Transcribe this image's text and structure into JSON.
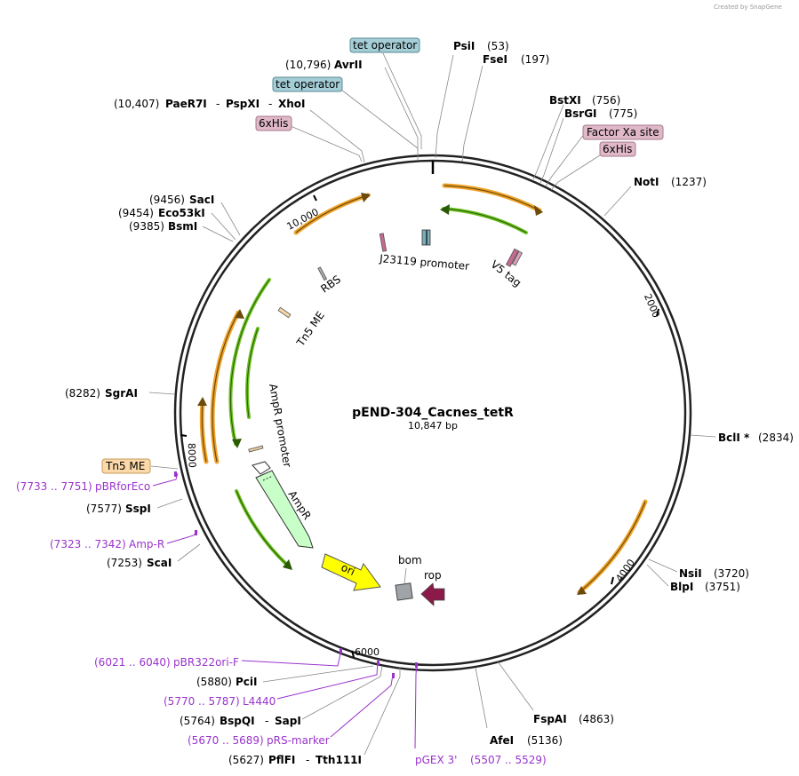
{
  "credit": "Created by SnapGene",
  "plasmid": {
    "name": "pEND-304_Cacnes_tetR",
    "size": "10,847 bp"
  },
  "ticks": [
    "2000",
    "4000",
    "6000",
    "8000",
    "10,000"
  ],
  "boxes": {
    "tet1": "tet operator",
    "tet2": "tet operator",
    "his1": "6xHis",
    "his2": "6xHis",
    "fxa": "Factor Xa site",
    "tn5": "Tn5 ME"
  },
  "sites": {
    "psi": {
      "name": "PsiI",
      "pos": "(53)"
    },
    "fse": {
      "name": "FseI",
      "pos": "(197)"
    },
    "avr": {
      "name": "AvrII",
      "pos": "(10,796)"
    },
    "pae": {
      "name1": "PaeR7I",
      "dash1": "-",
      "name2": "PspXI",
      "dash2": "-",
      "name3": "XhoI",
      "pos": "(10,407)"
    },
    "bstx": {
      "name": "BstXI",
      "pos": "(756)"
    },
    "bsrg": {
      "name": "BsrGI",
      "pos": "(775)"
    },
    "not": {
      "name": "NotI",
      "pos": "(1237)"
    },
    "sac": {
      "name": "SacI",
      "pos": "(9456)"
    },
    "eco": {
      "name": "Eco53kI",
      "pos": "(9454)"
    },
    "bsm": {
      "name": "BsmI",
      "pos": "(9385)"
    },
    "sgr": {
      "name": "SgrAI",
      "pos": "(8282)"
    },
    "bcl": {
      "name": "BclI *",
      "pos": "(2834)"
    },
    "nsi": {
      "name": "NsiI",
      "pos": "(3720)"
    },
    "blp": {
      "name": "BlpI",
      "pos": "(3751)"
    },
    "ssp": {
      "name": "SspI",
      "pos": "(7577)"
    },
    "sca": {
      "name": "ScaI",
      "pos": "(7253)"
    },
    "pci": {
      "name": "PciI",
      "pos": "(5880)"
    },
    "bspq": {
      "name1": "BspQI",
      "dash": "-",
      "name2": "SapI",
      "pos": "(5764)"
    },
    "pfl": {
      "name1": "PflFI",
      "dash": "-",
      "name2": "Tth111I",
      "pos": "(5627)"
    },
    "fsp": {
      "name": "FspAI",
      "pos": "(4863)"
    },
    "afe": {
      "name": "AfeI",
      "pos": "(5136)"
    }
  },
  "primers": {
    "pbr": {
      "name": "pBRforEco",
      "pos": "(7733 .. 7751)"
    },
    "ampr": {
      "name": "Amp-R",
      "pos": "(7323 .. 7342)"
    },
    "pbr322": {
      "name": "pBR322ori-F",
      "pos": "(6021 .. 6040)"
    },
    "l4440": {
      "name": "L4440",
      "pos": "(5770 .. 5787)"
    },
    "prs": {
      "name": "pRS-marker",
      "pos": "(5670 .. 5689)"
    },
    "pgex": {
      "name": "pGEX 3'",
      "pos": "(5507 .. 5529)"
    }
  },
  "features": {
    "j23119": "J23119 promoter",
    "v5": "V5 tag",
    "rbs": "RBS",
    "tn5in": "Tn5 ME",
    "amprprom": "AmpR promoter",
    "ampr": "AmpR",
    "ori": "ori",
    "bom": "bom",
    "rop": "rop"
  },
  "colors": {
    "orf": "#f0a32a",
    "gene": "#4e9a06",
    "ampr": "#c8ffc8",
    "ori": "#ffff00",
    "rop": "#8b1a4a",
    "bom": "#a0a4a8",
    "tet_box": "#a4cdd6",
    "his_box": "#e0b8c8",
    "tn5_box": "#fbd9a9",
    "primer": "#9933cc"
  }
}
